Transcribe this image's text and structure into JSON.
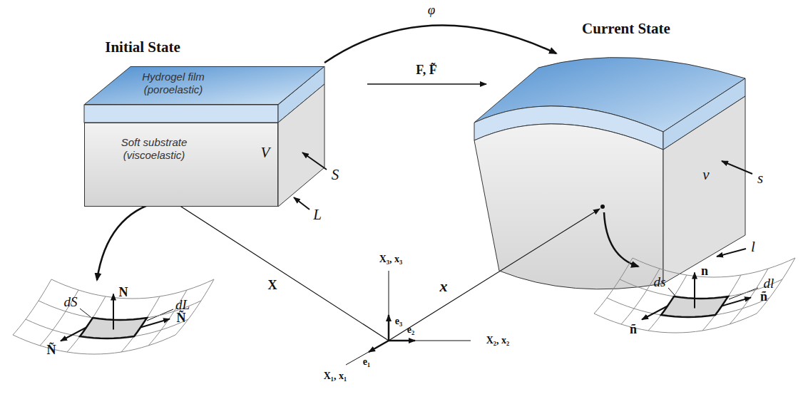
{
  "diagram": {
    "nodes": [
      {
        "text": [
          "Hydrogel film (poroelastic)"
        ]
      },
      {
        "text": [
          "Soft substrate (viscoelastic)"
        ]
      }
    ],
    "labels": [
      "Initial State",
      "Current State",
      "φ",
      "F, F̃",
      "V",
      "S",
      "L",
      "v",
      "s",
      "l",
      "X",
      "x",
      "X₃, x₃",
      "X₂, x₂",
      "X₁, x₁",
      "e₃",
      "e₂",
      "e₁",
      "dS",
      "dL",
      "N",
      "Ñ",
      "Ñ",
      "ds",
      "dl",
      "n",
      "ñ",
      "ñ"
    ]
  }
}
